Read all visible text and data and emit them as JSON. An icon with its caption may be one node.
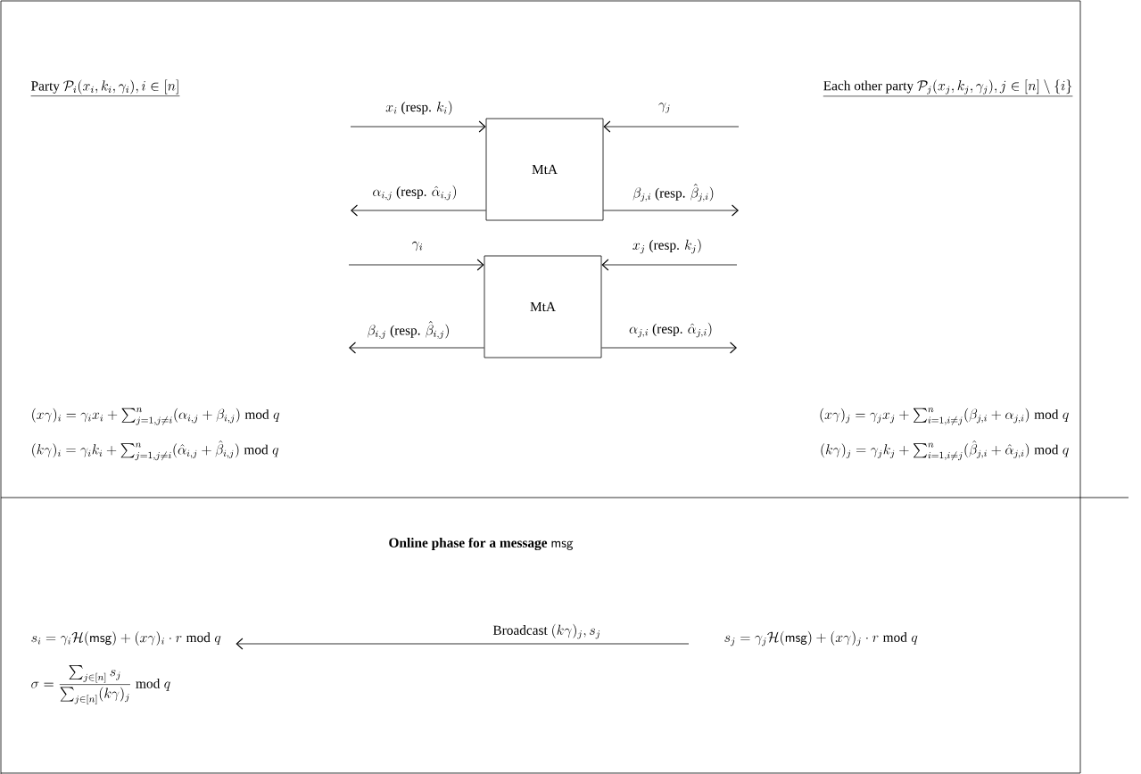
{
  "diagram": {
    "nodes": [
      {
        "text": [
          "MtA"
        ]
      },
      {
        "text": [
          "MtA"
        ]
      },
      {
        "text": [
          "s_i = \\gamma_i \\mathcal{H}(\\mathsf{msg}) + (x\\gamma)_i \\cdot r \\bmod q"
        ]
      },
      {
        "text": [
          "s_j = \\gamma_j \\mathcal{H}(\\mathsf{msg}) + (x\\gamma)_j \\cdot r \\bmod q"
        ]
      }
    ],
    "edges": [
      {
        "from": null,
        "to": 0,
        "arrow": "to",
        "label": "x_i \\mbox{ (resp. } k_i)"
      },
      {
        "from": null,
        "to": 0,
        "arrow": "to",
        "label": "\\gamma_j"
      },
      {
        "from": 0,
        "to": null,
        "arrow": "to",
        "label": "\\alpha_{i,j} \\mbox{ (resp. } \\hat{\\alpha}_{i,j})"
      },
      {
        "from": 0,
        "to": null,
        "arrow": "to",
        "label": "\\beta_{j,i} \\mbox{ (resp. } \\hat{\\beta}_{j,i})"
      },
      {
        "from": null,
        "to": 1,
        "arrow": "to",
        "label": "\\gamma_i"
      },
      {
        "from": null,
        "to": 1,
        "arrow": "to",
        "label": "x_j \\mbox{ (resp. } k_j)"
      },
      {
        "from": 1,
        "to": null,
        "arrow": "to",
        "label": "\\beta_{i,j} \\mbox{ (resp. } \\hat{\\beta}_{i,j})"
      },
      {
        "from": 1,
        "to": null,
        "arrow": "to",
        "label": "\\alpha_{j,i} \\mbox{ (resp. } \\hat{\\alpha}_{j,i})"
      },
      {
        "from": 3,
        "to": 2,
        "arrow": "to",
        "label": "\\mbox{Broadcast } (k\\gamma)_j, s_j"
      }
    ],
    "labels": [
      "\\mbox{Party } \\mathcal{P}_i(x_i, k_i, \\gamma_i), i \\in [n]",
      "\\mbox{Each other party } \\mathcal{P}_j(x_j, k_j, \\gamma_j), j \\in [n] \\setminus \\{i\\}",
      "(x\\gamma)_i = \\gamma_i x_i + \\sum\\nolimits_{j=1, j \\neq i}^{n} (\\alpha_{i,j} + \\beta_{i,j}) \\bmod q",
      "(x\\gamma)_j = \\gamma_j x_j + \\sum\\nolimits_{i=1, i \\neq j}^{n} (\\beta_{j,i} + \\alpha_{j,i}) \\bmod q",
      "(k\\gamma)_i = \\gamma_i k_i + \\sum\\nolimits_{j=1, j \\neq i}^{n} (\\hat{\\alpha}_{i,j} + \\hat{\\beta}_{i,j}) \\bmod q",
      "(k\\gamma)_j = \\gamma_j k_j + \\sum\\nolimits_{i=1, i \\neq j}^{n} (\\hat{\\beta}_{j,i} + \\hat{\\alpha}_{j,i}) \\bmod q",
      "\\mbox{\\bfseries Online phase for a message } \\mathsf{msg}",
      "\\sigma = \\dfrac{\\sum\\nolimits_{j \\in [n]} s_j}{\\sum\\nolimits_{j \\in [n]} (k\\gamma)_j} \\bmod q"
    ]
  }
}
